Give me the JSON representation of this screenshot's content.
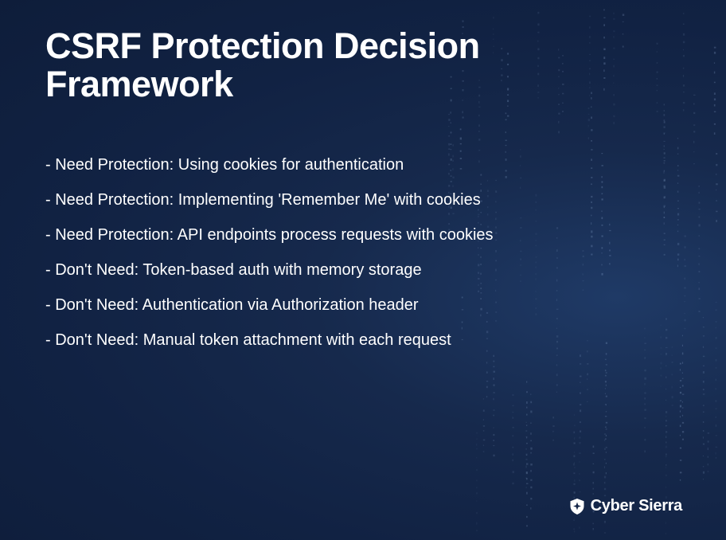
{
  "slide": {
    "title": "CSRF Protection Decision Framework",
    "bullets": [
      "- Need Protection: Using cookies for authentication",
      "- Need Protection: Implementing 'Remember Me' with cookies",
      "- Need Protection: API endpoints process requests with cookies",
      "- Don't Need: Token-based auth with memory storage",
      "- Don't Need: Authentication via Authorization header",
      "- Don't Need: Manual token attachment with each request"
    ]
  },
  "brand": {
    "name": "Cyber Sierra",
    "icon": "shield-star-icon"
  },
  "colors": {
    "background": "#112243",
    "text": "#ffffff"
  }
}
